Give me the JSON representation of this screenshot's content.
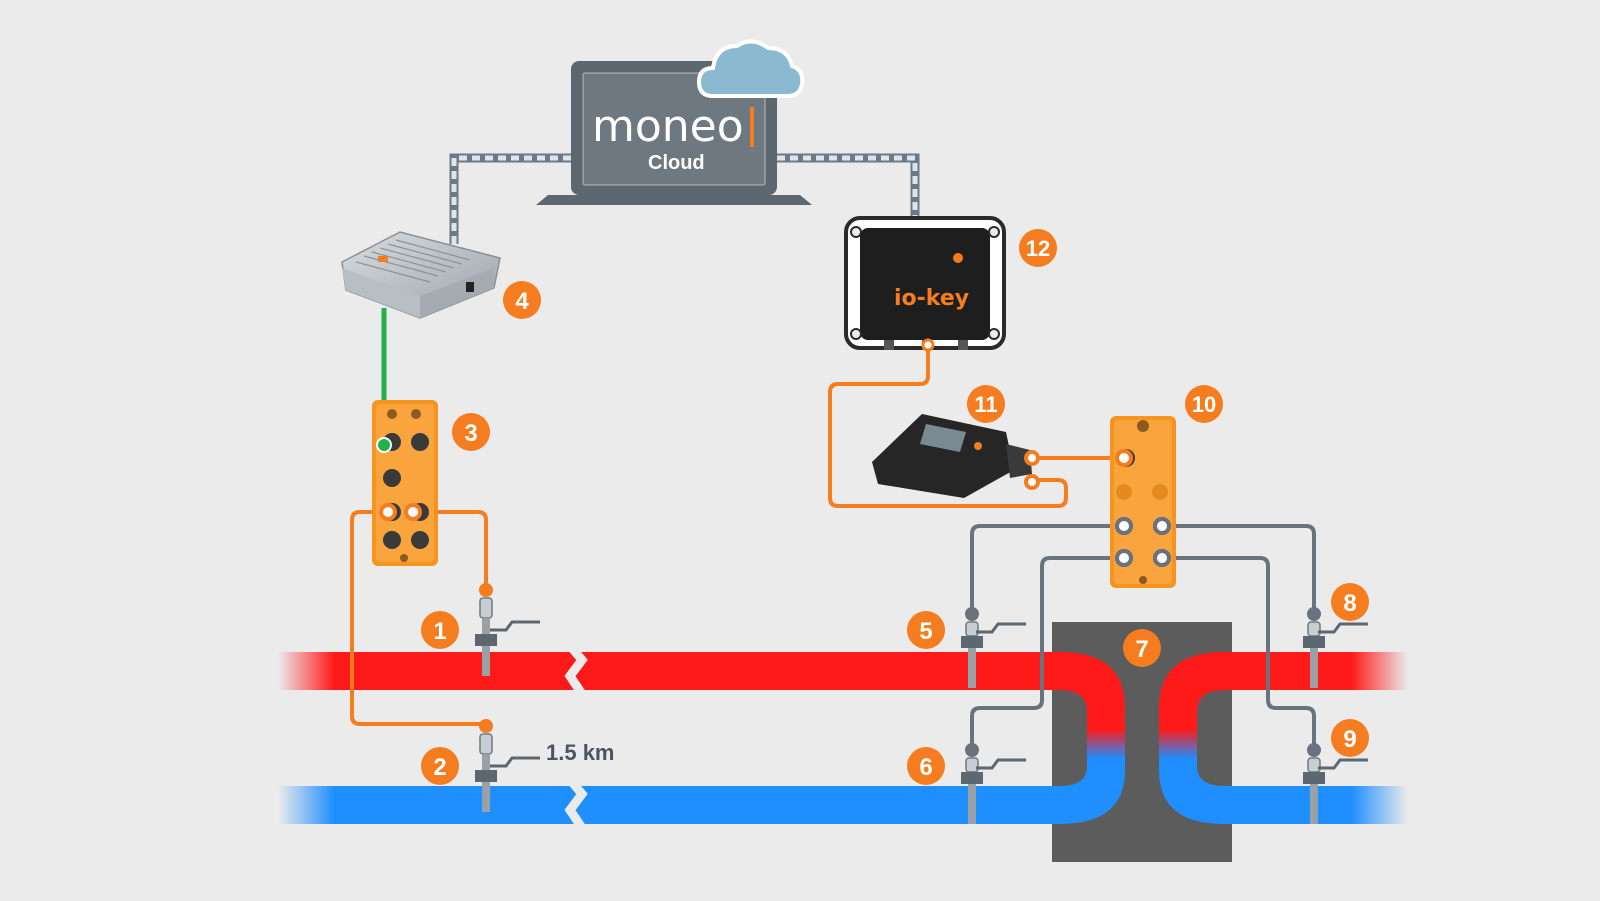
{
  "cloud": {
    "brand": "moneo",
    "sub": "Cloud"
  },
  "device_12": {
    "brand": "io-key"
  },
  "distance": "1.5 km",
  "callouts": [
    "1",
    "2",
    "3",
    "4",
    "5",
    "6",
    "7",
    "8",
    "9",
    "10",
    "11",
    "12"
  ],
  "colors": {
    "hot_pipe": "#ff1a1a",
    "cold_pipe": "#1f8fff",
    "orange": "#f57c1f",
    "gray_cable": "#6a737d",
    "green_cable": "#22b14c",
    "laptop": "#5d6770",
    "cloud": "#8bb9d2",
    "block": "#5c5c5c",
    "background": "#ebebeb"
  }
}
